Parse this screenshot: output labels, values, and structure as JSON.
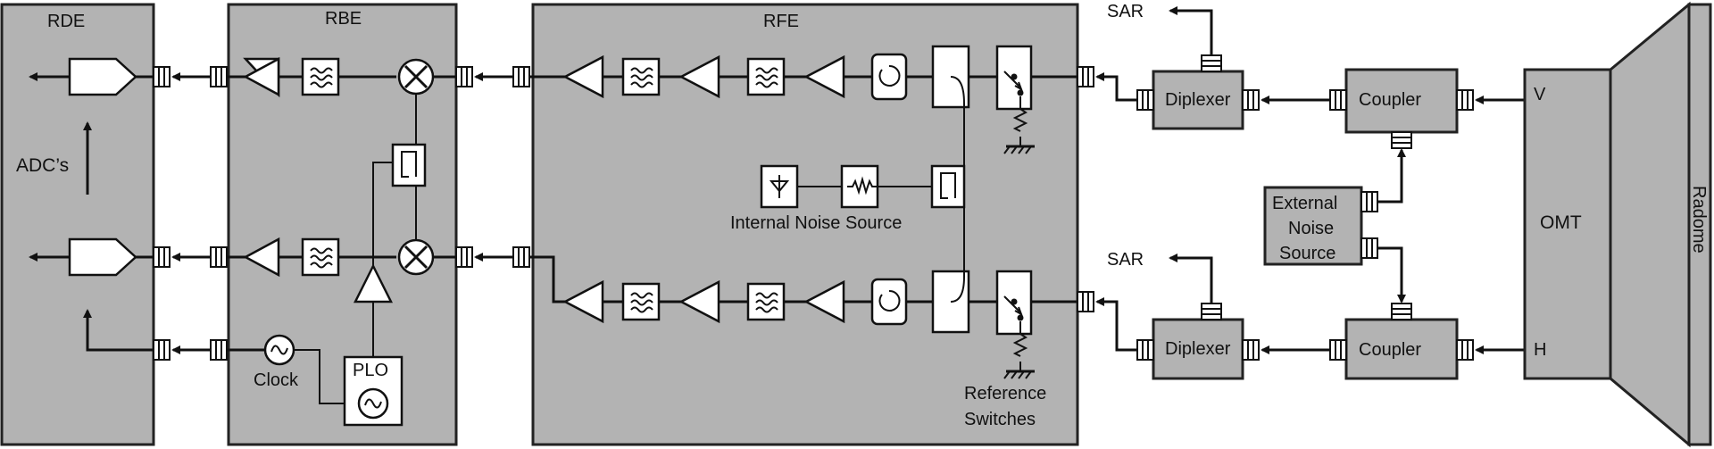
{
  "blocks": {
    "rde": "RDE",
    "rbe": "RBE",
    "rfe": "RFE",
    "omt": "OMT",
    "radome": "Radome"
  },
  "labels": {
    "adcs": "ADC’s",
    "clock": "Clock",
    "plo": "PLO",
    "internal_noise_source": "Internal Noise Source",
    "external_noise_source_line1": "External",
    "external_noise_source_line2": "Noise",
    "external_noise_source_line3": "Source",
    "reference_switches_line1": "Reference",
    "reference_switches_line2": "Switches",
    "sar_top": "SAR",
    "sar_bottom": "SAR",
    "diplexer_top": "Diplexer",
    "diplexer_bottom": "Diplexer",
    "coupler_top": "Coupler",
    "coupler_bottom": "Coupler",
    "pol_v": "V",
    "pol_h": "H"
  },
  "colors": {
    "block_fill": "#b3b3b3",
    "component_fill": "#ffffff",
    "line": "#111111"
  }
}
